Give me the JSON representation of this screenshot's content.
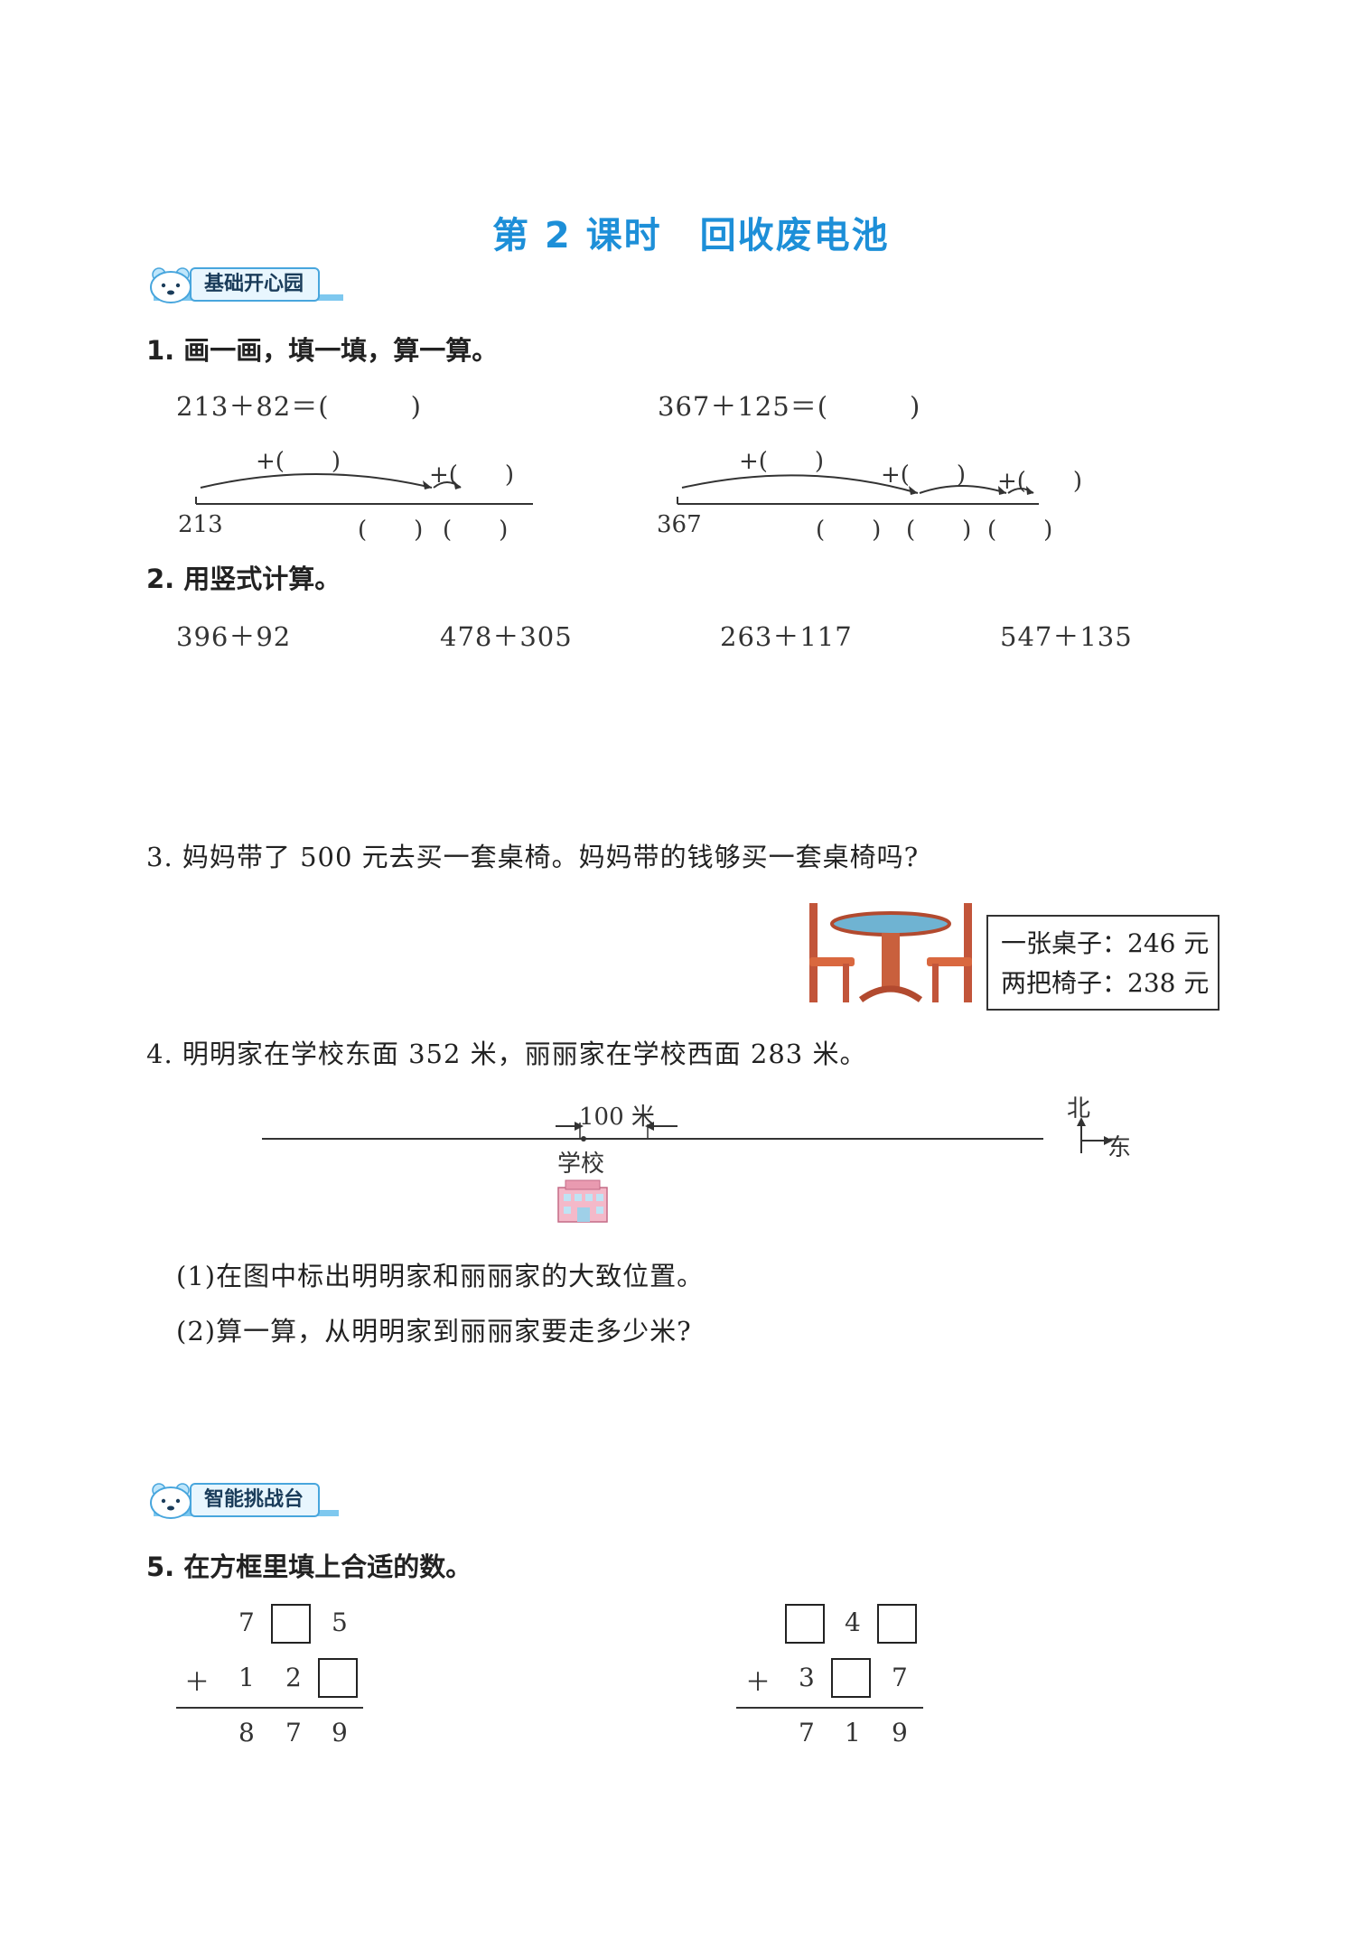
{
  "title": "第 2 课时　回收废电池",
  "sections": [
    {
      "label": "基础开心园"
    },
    {
      "label": "智能挑战台"
    }
  ],
  "q1": {
    "prompt": "1. 画一画，填一填，算一算。",
    "eq_left": "213＋82＝(　　　)",
    "eq_right": "367＋125＝(　　　)",
    "left_start": "213",
    "right_start": "367",
    "plus_blank": "+(　　)",
    "blank": "(　　)"
  },
  "q2": {
    "prompt": "2. 用竖式计算。",
    "items": [
      "396＋92",
      "478＋305",
      "263＋117",
      "547＋135"
    ]
  },
  "q3": {
    "prompt": "3. 妈妈带了 500 元去买一套桌椅。妈妈带的钱够买一套桌椅吗?",
    "price_table": "一张桌子：246 元",
    "price_chairs": "两把椅子：238 元"
  },
  "q4": {
    "prompt": "4. 明明家在学校东面 352 米，丽丽家在学校西面 283 米。",
    "scale_label": "100 米",
    "school_label": "学校",
    "north": "北",
    "east": "东",
    "sub1": "(1)在图中标出明明家和丽丽家的大致位置。",
    "sub2": "(2)算一算，从明明家到丽丽家要走多少米?"
  },
  "q5": {
    "prompt": "5. 在方框里填上合适的数。",
    "left": {
      "row1": [
        "7",
        "",
        "5"
      ],
      "row2_op": "＋",
      "row2": [
        "1",
        "2",
        ""
      ],
      "result": [
        "8",
        "7",
        "9"
      ]
    },
    "right": {
      "row1": [
        "",
        "4",
        ""
      ],
      "row2_op": "＋",
      "row2": [
        "3",
        "",
        "7"
      ],
      "result": [
        "7",
        "1",
        "9"
      ]
    }
  },
  "colors": {
    "title_blue": "#1d8fd8",
    "badge_blue": "#48a6dd"
  }
}
